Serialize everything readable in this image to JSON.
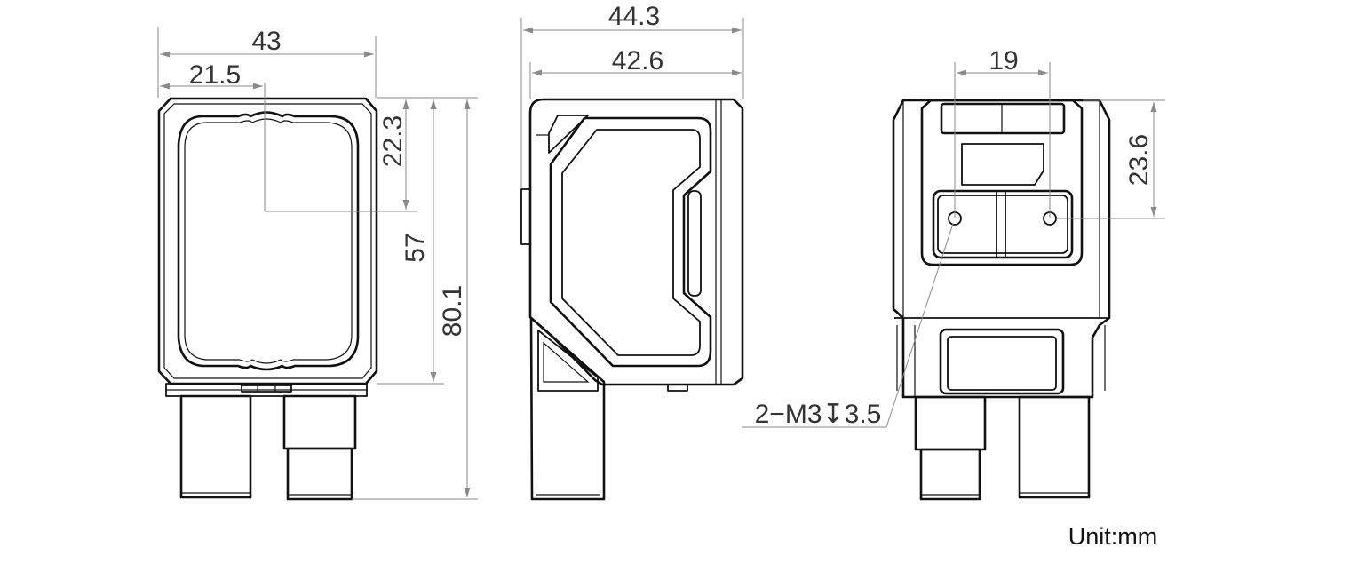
{
  "front_view": {
    "width_total": "43",
    "width_half": "21.5",
    "height_center": "22.3",
    "height_housing": "57",
    "height_total": "80.1"
  },
  "side_view": {
    "depth_total": "44.3",
    "depth_housing": "42.6"
  },
  "back_view": {
    "hole_spacing": "19",
    "hole_height": "23.6",
    "thread_note": "2−M3↧3.5"
  },
  "unit_note": "Unit:mm",
  "colors": {
    "outline": "#111111",
    "dimension_line": "#8a8a8a",
    "dimension_text": "#333333"
  }
}
